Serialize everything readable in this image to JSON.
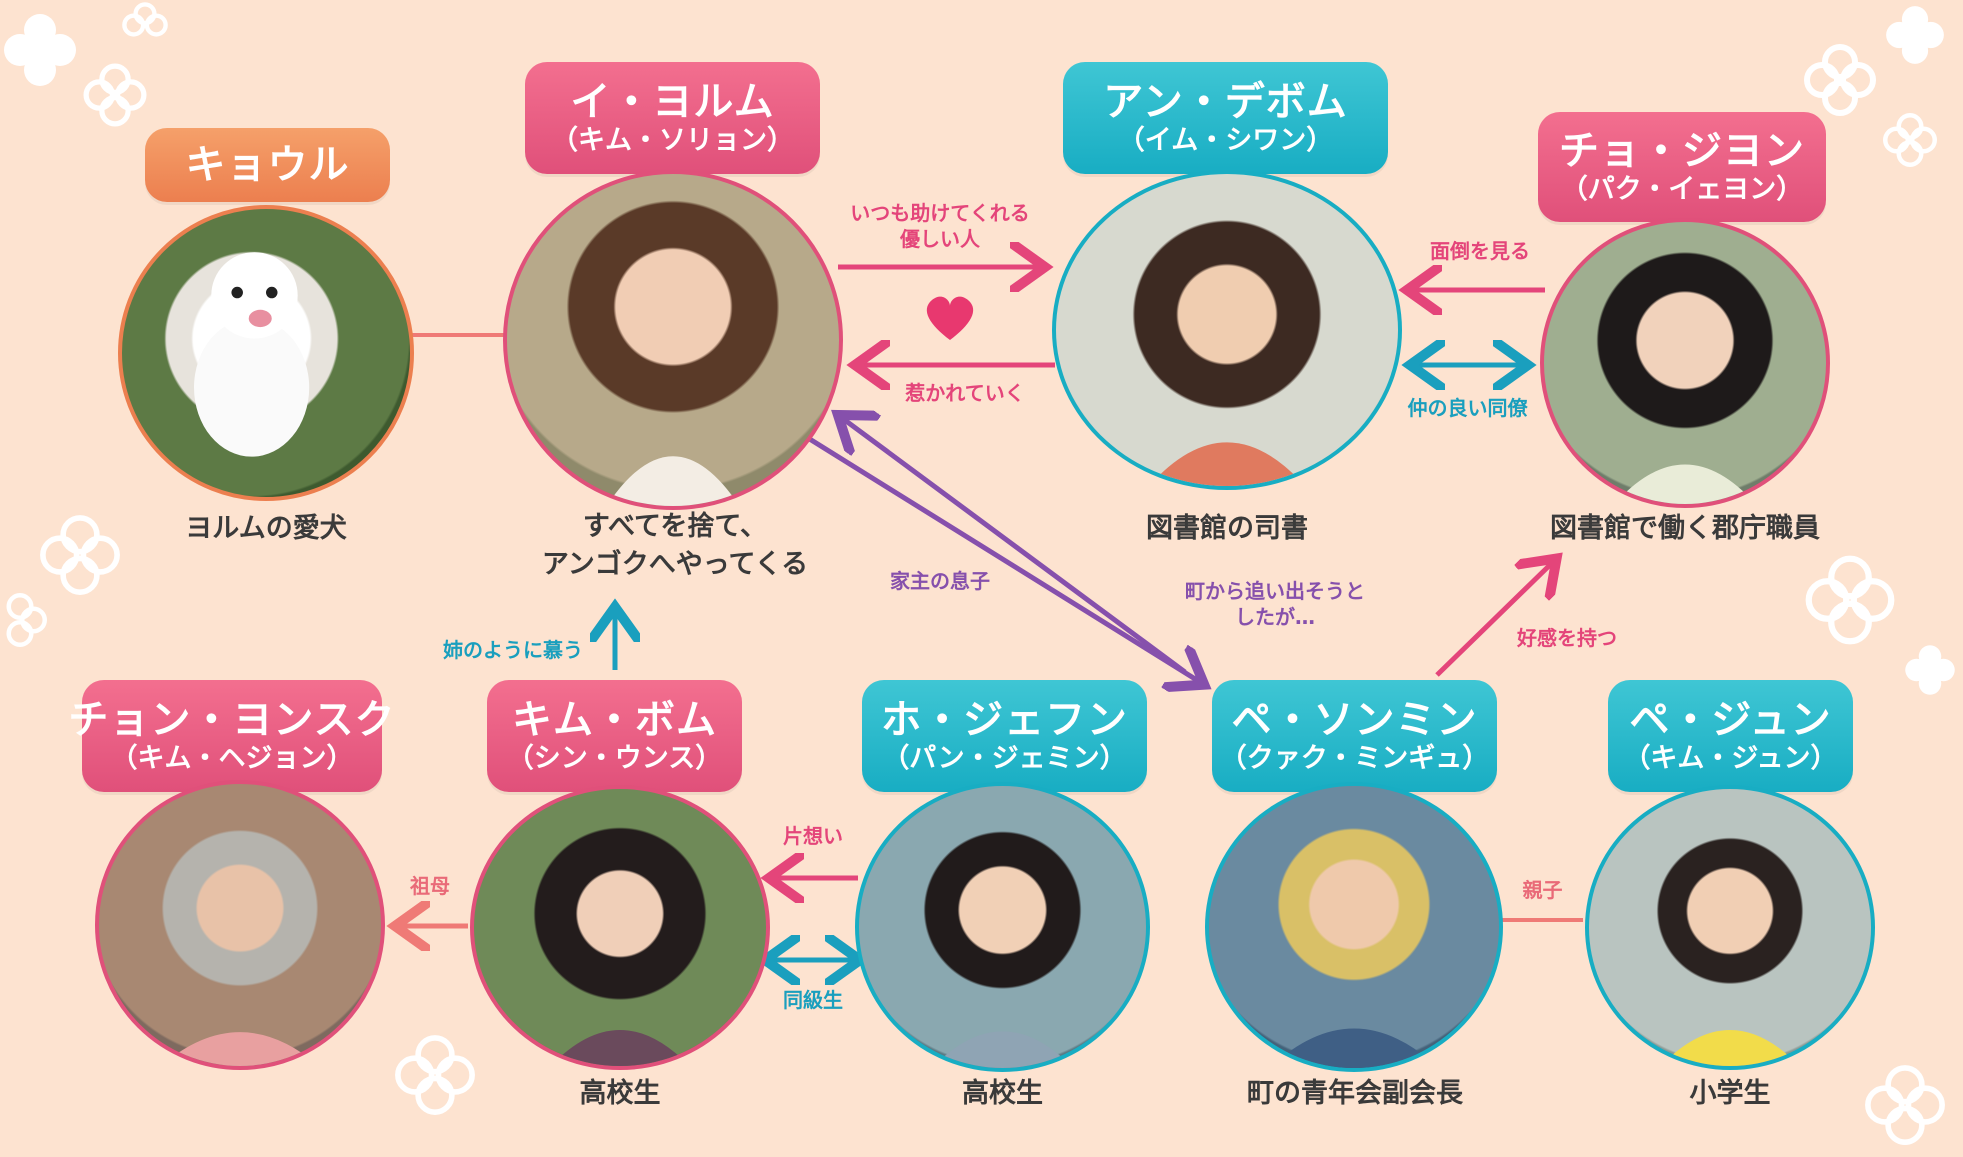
{
  "characters": {
    "kyoul": {
      "name": "キョウル",
      "desc": "ヨルムの愛犬",
      "color": "#ec7f4f",
      "icon": "dog-photo"
    },
    "yeoreum": {
      "name": "イ・ヨルム",
      "actor": "（キム・ソリョン）",
      "desc_line1": "すべてを捨て、",
      "desc_line2": "アンゴクへやってくる",
      "color": "#e0507a",
      "icon": "woman-photo"
    },
    "daebum": {
      "name": "アン・デボム",
      "actor": "（イム・シワン）",
      "desc": "図書館の司書",
      "color": "#18adc3",
      "icon": "man-photo"
    },
    "jihyeon": {
      "name": "チョ・ジヨン",
      "actor": "（パク・イェヨン）",
      "desc": "図書館で働く郡庁職員",
      "color": "#e0507a",
      "icon": "woman-photo"
    },
    "yeongsuk": {
      "name": "チョン・ヨンスク",
      "actor": "（キム・ヘジョン）",
      "desc": "",
      "color": "#e0507a",
      "icon": "grandmother-photo"
    },
    "bom": {
      "name": "キム・ボム",
      "actor": "（シン・ウンス）",
      "desc": "高校生",
      "color": "#e0507a",
      "icon": "girl-photo"
    },
    "jaehwan": {
      "name": "ホ・ジェフン",
      "actor": "（パン・ジェミン）",
      "desc": "高校生",
      "color": "#18adc3",
      "icon": "boy-photo"
    },
    "sungmin": {
      "name": "ペ・ソンミン",
      "actor": "（クァク・ミンギュ）",
      "desc": "町の青年会副会長",
      "color": "#18adc3",
      "icon": "man-photo"
    },
    "jun": {
      "name": "ペ・ジュン",
      "actor": "（キム・ジュン）",
      "desc": "小学生",
      "color": "#18adc3",
      "icon": "child-photo"
    }
  },
  "relations": {
    "yeoreum_to_daebum_line1": "いつも助けてくれる",
    "yeoreum_to_daebum_line2": "優しい人",
    "daebum_to_yeoreum": "惹かれていく",
    "jihyeon_to_daebum": "面倒を見る",
    "daebum_jihyeon": "仲の良い同僚",
    "sungmin_to_yeoreum": "家主の息子",
    "yeoreum_to_sungmin_line1": "町から追い出そうと",
    "yeoreum_to_sungmin_line2": "したが…",
    "sungmin_to_jihyeon": "好感を持つ",
    "bom_to_yeoreum": "姉のように慕う",
    "bom_to_yeongsuk": "祖母",
    "jaehwan_to_bom": "片想い",
    "jaehwan_bom": "同級生",
    "sungmin_jun": "親子"
  },
  "colors": {
    "background": "#fde3d0",
    "pink_arrow": "#e4457a",
    "teal_arrow": "#1a9fbe",
    "purple_arrow": "#8650ac",
    "heart": "#e8386f",
    "salmon_line": "#ef7a76"
  }
}
